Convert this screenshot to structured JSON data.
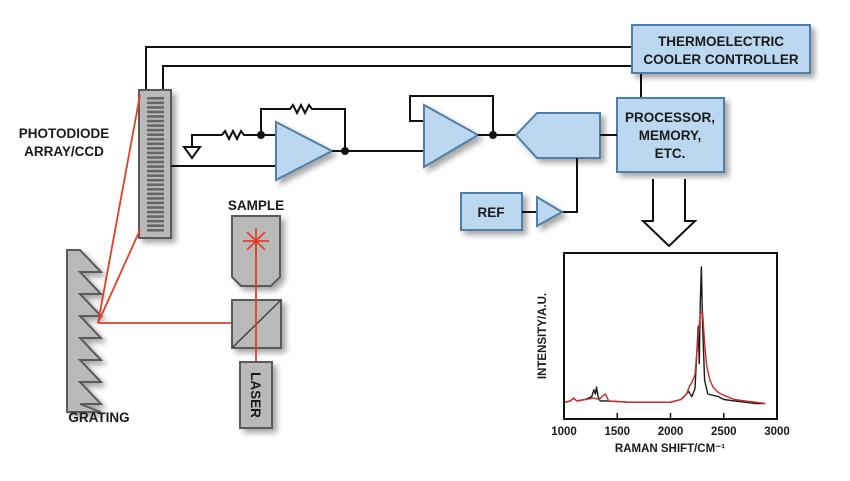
{
  "labels": {
    "tec_line1": "THERMOELECTRIC",
    "tec_line2": "COOLER CONTROLLER",
    "proc_line1": "PROCESSOR,",
    "proc_line2": "MEMORY,",
    "proc_line3": "ETC.",
    "ref": "REF",
    "photodiode_line1": "PHOTODIODE",
    "photodiode_line2": "ARRAY/CCD",
    "sample": "SAMPLE",
    "grating": "GRATING",
    "laser": "LASER"
  },
  "colors": {
    "block_fill": "#bcd8f0",
    "block_stroke": "#4f7fa8",
    "optics_fill": "#b9b9b9",
    "laser_beam": "#e0402a",
    "series_black": "#1a1a1a",
    "series_red": "#cc2b2b"
  },
  "chart_data": {
    "type": "line",
    "title": "",
    "xlabel": "RAMAN SHIFT/CM⁻¹",
    "ylabel": "INTENSITY/A.U.",
    "xlim": [
      1000,
      3000
    ],
    "ylim": [
      0,
      1
    ],
    "xticks": [
      1000,
      1500,
      2000,
      2500,
      3000
    ],
    "grid": false,
    "legend": "none",
    "series": [
      {
        "name": "black",
        "x": [
          1010,
          1060,
          1090,
          1120,
          1200,
          1260,
          1280,
          1295,
          1305,
          1320,
          1340,
          1400,
          1600,
          1800,
          2000,
          2100,
          2150,
          2170,
          2200,
          2230,
          2260,
          2270,
          2280,
          2290,
          2300,
          2320,
          2350,
          2400,
          2450,
          2500,
          2600,
          2700,
          2800,
          2890
        ],
        "y": [
          0.02,
          0.03,
          0.05,
          0.03,
          0.04,
          0.06,
          0.11,
          0.08,
          0.13,
          0.06,
          0.03,
          0.03,
          0.02,
          0.02,
          0.02,
          0.04,
          0.08,
          0.1,
          0.06,
          0.12,
          0.57,
          0.3,
          0.75,
          1.0,
          0.6,
          0.18,
          0.08,
          0.07,
          0.06,
          0.04,
          0.03,
          0.02,
          0.01,
          0.01
        ]
      },
      {
        "name": "red",
        "x": [
          1010,
          1060,
          1090,
          1120,
          1200,
          1280,
          1330,
          1370,
          1390,
          1420,
          1600,
          1800,
          2000,
          2100,
          2150,
          2180,
          2200,
          2230,
          2260,
          2280,
          2300,
          2320,
          2340,
          2370,
          2400,
          2450,
          2500,
          2600,
          2700,
          2800,
          2890
        ],
        "y": [
          0.02,
          0.03,
          0.05,
          0.03,
          0.04,
          0.05,
          0.04,
          0.07,
          0.08,
          0.03,
          0.02,
          0.02,
          0.02,
          0.04,
          0.08,
          0.14,
          0.16,
          0.22,
          0.5,
          0.66,
          0.68,
          0.45,
          0.28,
          0.18,
          0.13,
          0.09,
          0.07,
          0.04,
          0.03,
          0.02,
          0.01
        ]
      }
    ]
  }
}
